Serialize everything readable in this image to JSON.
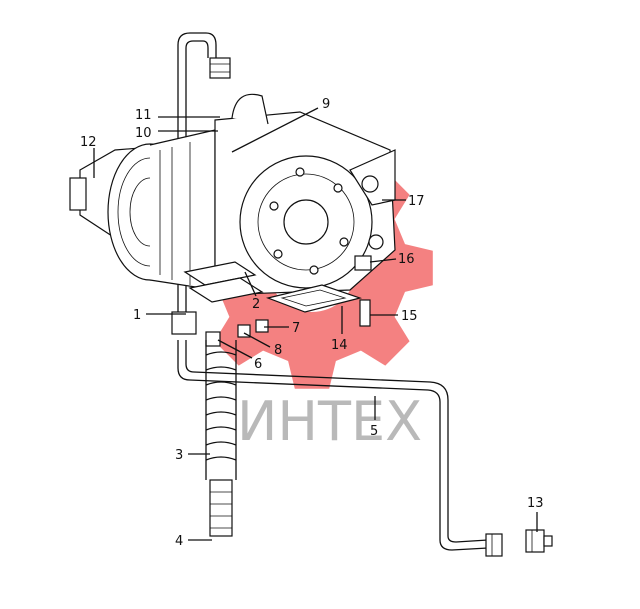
{
  "watermark": {
    "text": "ИНТЕХ",
    "color": "#f26b6b"
  },
  "callouts": [
    {
      "id": "1",
      "text": "1"
    },
    {
      "id": "2",
      "text": "2"
    },
    {
      "id": "3",
      "text": "3"
    },
    {
      "id": "4",
      "text": "4"
    },
    {
      "id": "5",
      "text": "5"
    },
    {
      "id": "6",
      "text": "6"
    },
    {
      "id": "7",
      "text": "7"
    },
    {
      "id": "8",
      "text": "8"
    },
    {
      "id": "9",
      "text": "9"
    },
    {
      "id": "10",
      "text": "10"
    },
    {
      "id": "11",
      "text": "11"
    },
    {
      "id": "12",
      "text": "12"
    },
    {
      "id": "13",
      "text": "13"
    },
    {
      "id": "14",
      "text": "14"
    },
    {
      "id": "15",
      "text": "15"
    },
    {
      "id": "16",
      "text": "16"
    },
    {
      "id": "17",
      "text": "17"
    }
  ]
}
